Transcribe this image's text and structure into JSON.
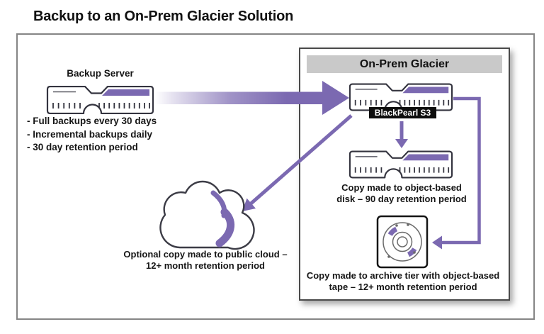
{
  "title": "Backup to an On-Prem Glacier Solution",
  "colors": {
    "accent_purple": "#7b69b1",
    "icon_outline": "#34343f",
    "header_bar": "#c9c9c9",
    "frame_border": "#858585",
    "onprem_border": "#4a4a4a",
    "text": "#161616",
    "tag_background": "#0d0d0d",
    "tag_text": "#ffffff"
  },
  "backup_server": {
    "label": "Backup Server",
    "bullets": [
      "- Full backups every 30 days",
      "- Incremental backups daily",
      "- 30 day retention period"
    ]
  },
  "onprem": {
    "header": "On-Prem Glacier",
    "blackpearl_label": "BlackPearl S3",
    "disk_caption": [
      "Copy made to object-based",
      "disk – 90 day retention period"
    ],
    "tape_caption": [
      "Copy made to archive tier with object-based",
      "tape – 12+ month retention period"
    ]
  },
  "cloud": {
    "caption": [
      "Optional copy made to public cloud –",
      "12+ month retention period"
    ]
  },
  "icons": {
    "backup_server": "server-icon",
    "blackpearl_server": "server-icon",
    "disk_server": "server-icon",
    "tape": "tape-reel-icon",
    "cloud": "cloud-icon",
    "main_flow": "gradient-arrow-icon",
    "to_disk": "down-arrow-icon",
    "to_tape": "elbow-arrow-icon",
    "to_cloud": "diagonal-arrow-icon"
  }
}
